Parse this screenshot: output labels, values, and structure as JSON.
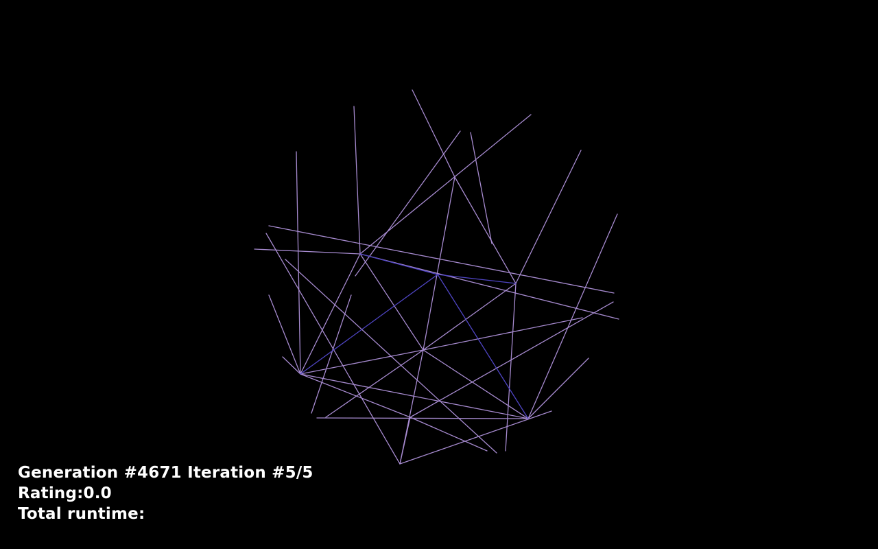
{
  "hud": {
    "generation_label": "Generation #4671 Iteration #5/5",
    "rating_label": "Rating:0.0",
    "runtime_label": "Total runtime:"
  },
  "colors": {
    "background": "#000000",
    "edge": "#a78bd0",
    "highlight_edge": "#4f45c4",
    "hud_text": "#ffffff"
  }
}
